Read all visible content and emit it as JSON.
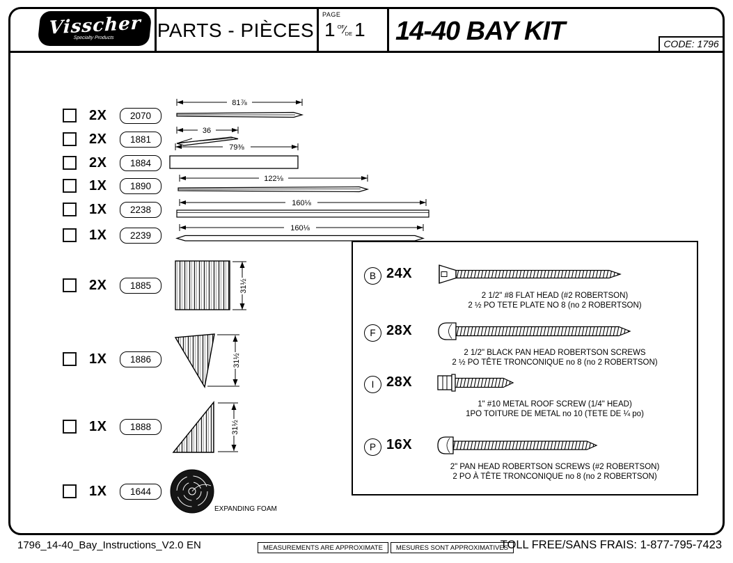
{
  "header": {
    "logo": {
      "name": "Visscher",
      "tagline": "Specialty Products"
    },
    "section_title": "PARTS - PIÈCES",
    "page": {
      "label": "PAGE",
      "current": "1",
      "of": "OF",
      "de": "DE",
      "sep": "⁄",
      "total": "1"
    },
    "kit_title": "14-40 BAY KIT",
    "code": "CODE: 1796"
  },
  "parts": [
    {
      "qty": "2X",
      "code": "2070",
      "dim": "81⅞"
    },
    {
      "qty": "2X",
      "code": "1881",
      "dim": "36"
    },
    {
      "qty": "2X",
      "code": "1884",
      "dim": "79⅜"
    },
    {
      "qty": "1X",
      "code": "1890",
      "dim": "122⅛"
    },
    {
      "qty": "1X",
      "code": "2238",
      "dim": "160⅛"
    },
    {
      "qty": "1X",
      "code": "2239",
      "dim": "160⅛"
    },
    {
      "qty": "2X",
      "code": "1885",
      "dim": "31½"
    },
    {
      "qty": "1X",
      "code": "1886",
      "dim": "31½"
    },
    {
      "qty": "1X",
      "code": "1888",
      "dim": "31½"
    },
    {
      "qty": "1X",
      "code": "1644",
      "label": "EXPANDING FOAM"
    }
  ],
  "hardware": [
    {
      "letter": "B",
      "qty": "24X",
      "desc_en": "2 1/2\" #8 FLAT HEAD (#2 ROBERTSON)",
      "desc_fr": "2 ½ PO TETE PLATE NO 8 (no 2 ROBERTSON)"
    },
    {
      "letter": "F",
      "qty": "28X",
      "desc_en": "2 1/2\" BLACK PAN HEAD ROBERTSON SCREWS",
      "desc_fr": "2 ½ PO TÊTE TRONCONIQUE no 8 (no 2 ROBERTSON)"
    },
    {
      "letter": "I",
      "qty": "28X",
      "desc_en": "1\" #10 METAL ROOF SCREW (1/4\" HEAD)",
      "desc_fr": "1PO TOITURE DE METAL no 10 (TETE DE ¼ po)"
    },
    {
      "letter": "P",
      "qty": "16X",
      "desc_en": "2\" PAN HEAD ROBERTSON SCREWS (#2 ROBERTSON)",
      "desc_fr": "2 PO À TÊTE TRONCONIQUE no 8 (no 2 ROBERTSON)"
    }
  ],
  "footer": {
    "doc_id": "1796_14-40_Bay_Instructions_V2.0",
    "language": "EN",
    "note_en": "MEASUREMENTS ARE APPROXIMATE",
    "note_fr": "MESURES SONT APPROXIMATIVES",
    "toll_free": "TOLL FREE/SANS FRAIS: 1-877-795-7423"
  }
}
